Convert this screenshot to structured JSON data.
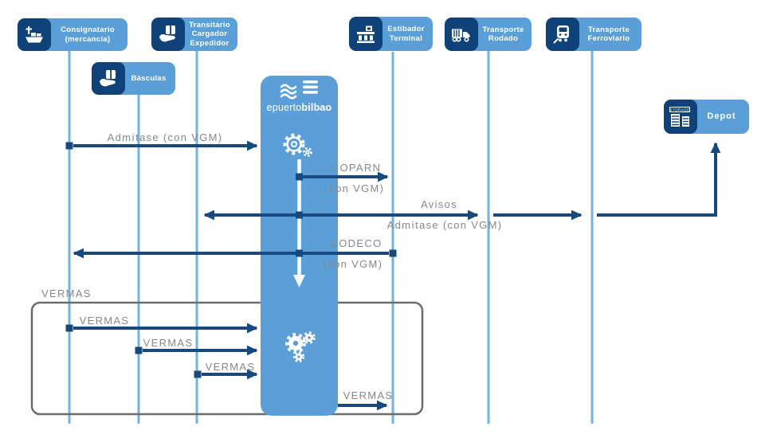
{
  "colors": {
    "box_blue": "#5b9fd8",
    "tile_navy": "#0f4278",
    "arrow_navy": "#17497f",
    "lifeline_blue": "#74b2e2",
    "bar_blue": "#5b9fd8",
    "label_grey": "#85878b",
    "group_grey": "#6a6c70",
    "white": "#ffffff"
  },
  "hub": {
    "logo_prefix": "epuerto",
    "logo_suffix": "bilbao"
  },
  "actors": [
    {
      "id": "consignatario",
      "label": "Consignatario\n(mercancía)",
      "icon": "ship-icon"
    },
    {
      "id": "transitario",
      "label": "Transitario\nCargador\nExpedidor",
      "icon": "hand-package-icon"
    },
    {
      "id": "basculas",
      "label": "Básculas",
      "icon": "hand-package-icon"
    },
    {
      "id": "estibador",
      "label": "Estibador\nTerminal",
      "icon": "terminal-building-icon"
    },
    {
      "id": "rodado",
      "label": "Transporte\nRodado",
      "icon": "container-truck-icon"
    },
    {
      "id": "ferroviario",
      "label": "Transporte\nFerroviario",
      "icon": "train-icon"
    },
    {
      "id": "depot",
      "label": "Depot",
      "icon": "storage-icon",
      "icon_text": "STORAGE"
    }
  ],
  "messages": {
    "admitase": {
      "label": "Admítase (con VGM)"
    },
    "coparn": {
      "label": "COPARN",
      "sublabel": "(con VGM)"
    },
    "avisos": {
      "label": "Avisos",
      "sublabel": "Admítase (con VGM)"
    },
    "codeco": {
      "label": "CODECO",
      "sublabel": "(con VGM)"
    },
    "vermas_group": {
      "label": "VERMAS"
    },
    "vermas_consignatario": {
      "label": "VERMAS"
    },
    "vermas_basculas": {
      "label": "VERMAS"
    },
    "vermas_transitario": {
      "label": "VERMAS"
    },
    "vermas_estibador": {
      "label": "VERMAS"
    }
  }
}
